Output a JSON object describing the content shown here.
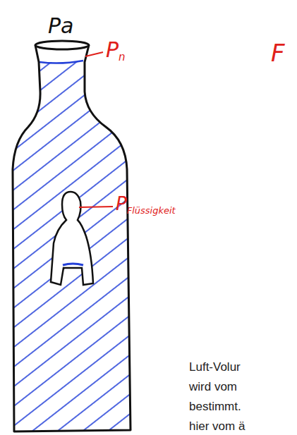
{
  "diagram": {
    "labels": [
      "Pa",
      "Pn",
      "PFlüssigkeit",
      "F",
      "Luft-Volur",
      "wird vom",
      "bestimmt.",
      "hier vom ä"
    ]
  }
}
